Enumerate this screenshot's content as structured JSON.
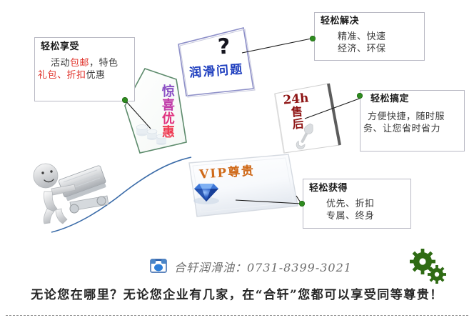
{
  "callouts": [
    {
      "id": "enjoy",
      "title": "轻松享受",
      "line1_a": "活动",
      "line1_b": "包邮",
      "line1_c": "，特色",
      "line2_a": "礼包、折扣",
      "line2_b": "优惠"
    },
    {
      "id": "solve",
      "title": "轻松解决",
      "line1": "精准、快速",
      "line2": "经济、环保"
    },
    {
      "id": "handle",
      "title": "轻松搞定",
      "line1": "方便快捷，随时服",
      "line2": "务、让您省时省力"
    },
    {
      "id": "obtain",
      "title": "轻松获得",
      "line1": "优先、折扣",
      "line2": "专属、终身"
    }
  ],
  "shapes": {
    "lubrication": {
      "question_mark": "?",
      "label": "润滑问题",
      "color": "#1f3fbf"
    },
    "surprise": {
      "chars": [
        "惊",
        "喜",
        "优",
        "惠"
      ],
      "border_color": "#4f7f5f",
      "icon": "coin-stack-icon"
    },
    "aftersale": {
      "line1": "24h",
      "line2": "售",
      "line3": "后",
      "color": "#8e1414",
      "icon": "wrench-icon"
    },
    "vip": {
      "label": "VIP尊贵",
      "color": "#cf6a1a",
      "icon": "diamond-icon"
    }
  },
  "footer": {
    "phone_icon": "telephone-icon",
    "contact": "合轩润滑油：0731-8399-3021",
    "banner": "无论您在哪里？无论您企业有几家，在“合轩”您都可以享受同等尊贵！"
  },
  "decor": {
    "gears_icon": "gears-icon",
    "figure_icon": "person-pushing-cart-icon",
    "slope_color": "#2f5f9e"
  },
  "colors": {
    "accent_red": "#e0322a",
    "accent_green": "#2e8b1f",
    "accent_blue": "#1f3fbf",
    "accent_orange": "#cf6a1a",
    "box_border": "#b9b9c4"
  }
}
